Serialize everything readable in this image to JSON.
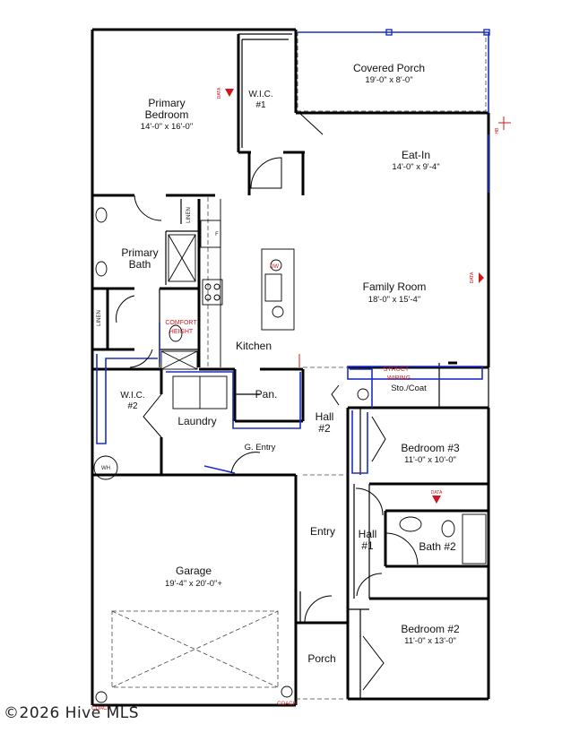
{
  "rooms": {
    "covered_porch": {
      "name": "Covered Porch",
      "dim": "19'-0\" x 8'-0\""
    },
    "primary_bedroom": {
      "name1": "Primary",
      "name2": "Bedroom",
      "dim": "14'-0\" x 16'-0\""
    },
    "wic1": {
      "name1": "W.I.C.",
      "name2": "#1"
    },
    "eat_in": {
      "name": "Eat-In",
      "dim": "14'-0\" x 9'-4\""
    },
    "family_room": {
      "name": "Family Room",
      "dim": "18'-0\" x 15'-4\""
    },
    "primary_bath": {
      "name1": "Primary",
      "name2": "Bath"
    },
    "kitchen": {
      "name": "Kitchen"
    },
    "pantry": {
      "name": "Pan."
    },
    "sto_coat": {
      "name": "Sto./Coat"
    },
    "wic2": {
      "name1": "W.I.C.",
      "name2": "#2"
    },
    "laundry": {
      "name": "Laundry"
    },
    "hall2": {
      "name1": "Hall",
      "name2": "#2"
    },
    "bedroom3": {
      "name": "Bedroom #3",
      "dim": "11'-0\" x 10'-0\""
    },
    "g_entry": {
      "name": "G. Entry"
    },
    "entry": {
      "name": "Entry"
    },
    "hall1": {
      "name1": "Hall",
      "name2": "#1"
    },
    "bath2": {
      "name": "Bath #2"
    },
    "garage": {
      "name": "Garage",
      "dim": "19'-4\" x 20'-0\"+"
    },
    "bedroom2": {
      "name": "Bedroom #2",
      "dim": "11'-0\" x 13'-0\""
    },
    "porch": {
      "name": "Porch"
    }
  },
  "labels": {
    "linen_upper": "LINEN",
    "linen_lower": "LINEN",
    "fridge": "F",
    "dw": "DW",
    "wh": "WH",
    "comfort1": "COMFORT",
    "comfort2": "HEIGHT",
    "struct1": "STRUCT",
    "struct2": "WIRING",
    "data": "DATA",
    "hb": "HB",
    "coach": "COACH"
  },
  "colors": {
    "wall": "#000000",
    "blue_outline": "#1d2fc4",
    "annotation_red": "#d0181f"
  },
  "watermark": "©2026 Hive MLS"
}
